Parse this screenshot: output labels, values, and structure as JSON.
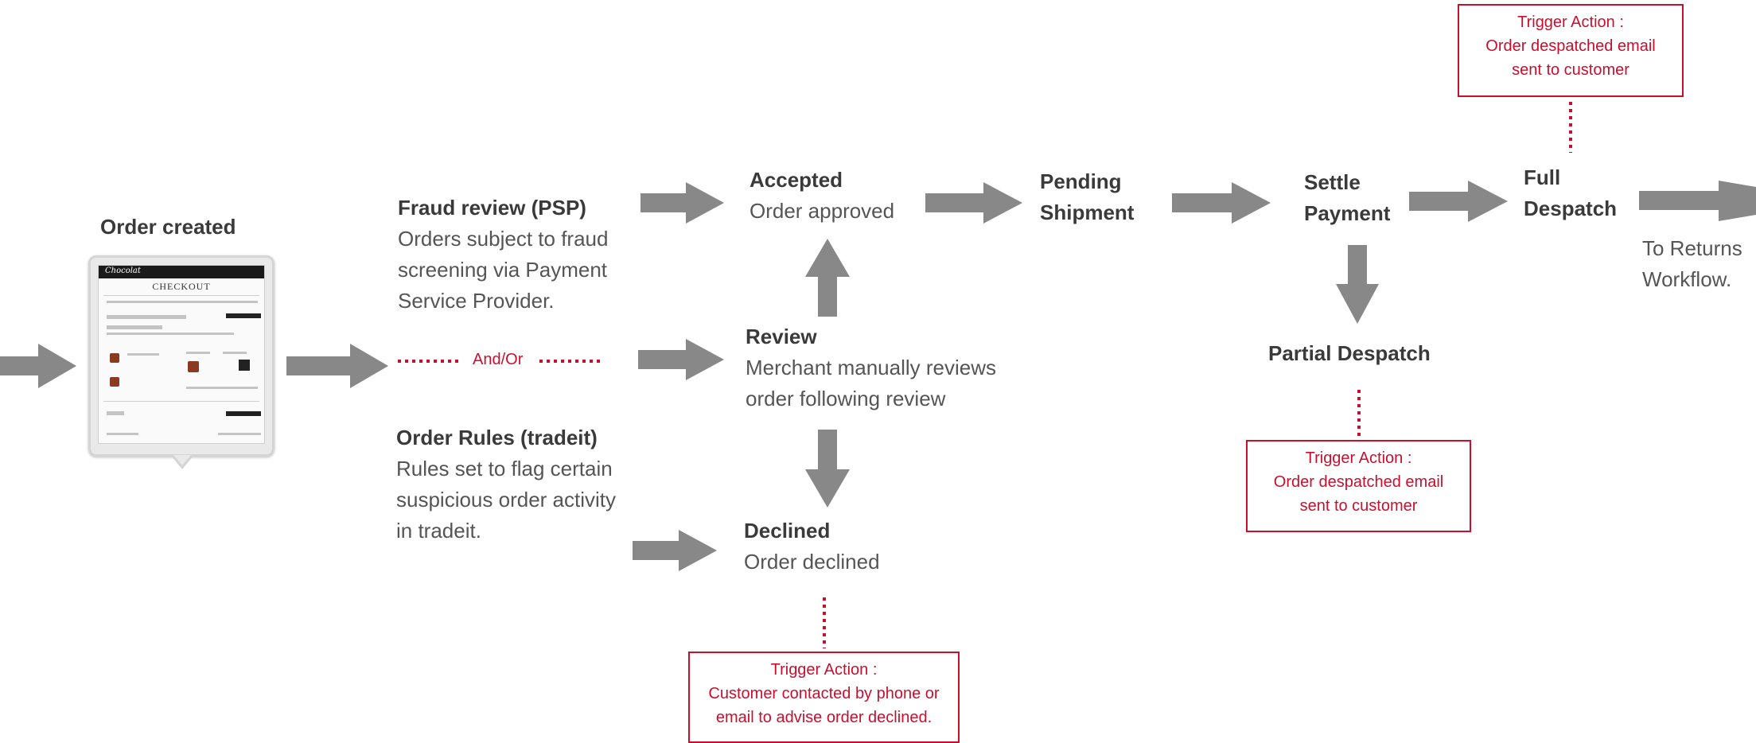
{
  "nodes": {
    "order_created": {
      "title": "Order created"
    },
    "fraud_review": {
      "title": "Fraud review (PSP)",
      "lines": [
        "Orders subject to fraud",
        "screening via Payment",
        "Service Provider."
      ]
    },
    "and_or": {
      "label": "And/Or"
    },
    "order_rules": {
      "title": "Order Rules (tradeit)",
      "lines": [
        "Rules set to flag certain",
        "suspicious order activity",
        "in tradeit."
      ]
    },
    "accepted": {
      "title": "Accepted",
      "lines": [
        "Order approved"
      ]
    },
    "review": {
      "title": "Review",
      "lines": [
        "Merchant manually reviews",
        "order following review"
      ]
    },
    "declined": {
      "title": "Declined",
      "lines": [
        "Order declined"
      ]
    },
    "pending_shipment": {
      "lines": [
        "Pending",
        "Shipment"
      ]
    },
    "settle_payment": {
      "lines": [
        "Settle",
        "Payment"
      ]
    },
    "full_despatch": {
      "lines": [
        "Full",
        "Despatch"
      ]
    },
    "partial_despatch": {
      "title": "Partial Despatch"
    },
    "returns": {
      "lines": [
        "To Returns",
        "Workflow."
      ]
    }
  },
  "triggers": {
    "full_despatch": [
      "Trigger Action :",
      "Order despatched email",
      "sent to customer"
    ],
    "partial_despatch": [
      "Trigger Action :",
      "Order despatched email",
      "sent to customer"
    ],
    "declined": [
      "Trigger Action :",
      "Customer contacted by phone or",
      "email to advise order declined."
    ]
  },
  "device": {
    "brand": "Chocolat",
    "heading": "CHECKOUT"
  },
  "colors": {
    "arrow": "#888888",
    "trigger": "#c8102e",
    "text": "#555555"
  }
}
